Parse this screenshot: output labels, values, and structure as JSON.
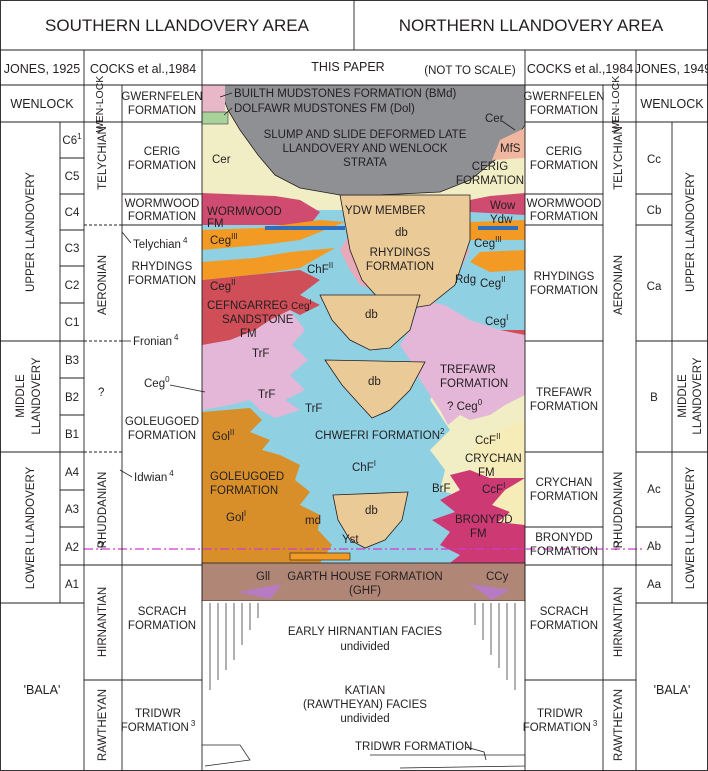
{
  "header": {
    "south": "SOUTHERN LLANDOVERY AREA",
    "north": "NORTHERN LLANDOVERY AREA"
  },
  "columns": {
    "jones1925": "JONES, 1925",
    "cocks_left": "COCKS et al.,1984",
    "this_paper": "THIS PAPER",
    "not_to_scale": "(NOT TO SCALE)",
    "cocks_right": "COCKS et al.,1984",
    "jones1949": "JONES, 1949"
  },
  "left": {
    "wenlock": "WENLOCK",
    "wenlock_stage": "WEN-LOCK",
    "gwernfelen": "GWERNFELEN FORMATION",
    "upper_llandovery": "UPPER LLANDOVERY",
    "middle_llandovery": "MIDDLE LLANDOVERY",
    "lower_llandovery": "LOWER LLANDOVERY",
    "bala": "'BALA'",
    "sub": {
      "c6": "C6",
      "c6sup": "1",
      "c5": "C5",
      "c4": "C4",
      "c3": "C3",
      "c2": "C2",
      "c1": "C1",
      "b3": "B3",
      "b2": "B2",
      "b1": "B1",
      "a4": "A4",
      "a3": "A3",
      "a2": "A2",
      "a1": "A1"
    },
    "stages": {
      "telychian": "TELYCHIAN",
      "aeronian": "AERONIAN",
      "rhuddanian": "RHUDDANIAN",
      "hirnantian": "HIRNANTIAN",
      "rawtheyan": "RAWTHEYAN"
    },
    "formations": {
      "cerig": "CERIG FORMATION",
      "wormwood": "WORMWOOD FORMATION",
      "rhydings": "RHYDINGS FORMATION",
      "goleugoed": "GOLEUGOED FORMATION",
      "scrach": "SCRACH FORMATION",
      "tridwr": "TRIDWR FORMATION",
      "tridwr_sup": "3"
    },
    "notes": {
      "telychian": "Telychian",
      "telychian_sup": "4",
      "fronian": "Fronian",
      "fronian_sup": "4",
      "idwian": "Idwian",
      "idwian_sup": "4",
      "q": "?"
    }
  },
  "right": {
    "wenlock": "WENLOCK",
    "wenlock_stage": "WEN-LOCK",
    "gwernfelen": "GWERNFELEN FORMATION",
    "upper_llandovery": "UPPER LLANDOVERY",
    "middle_llandovery": "MIDDLE LLANDOVERY",
    "lower_llandovery": "LOWER LLANDOVERY",
    "bala": "'BALA'",
    "sub": {
      "cc": "Cc",
      "cb": "Cb",
      "ca": "Ca",
      "b": "B",
      "ac": "Ac",
      "ab": "Ab",
      "aa": "Aa"
    },
    "stages": {
      "telychian": "TELYCHIAN",
      "aeronian": "AERONIAN",
      "rhuddanian": "RHUDDANIAN",
      "hirnantian": "HIRNANTIAN",
      "rawtheyan": "RAWTHEYAN"
    },
    "formations": {
      "cerig": "CERIG FORMATION",
      "wormwood": "WORMWOOD FORMATION",
      "rhydings": "RHYDINGS FORMATION",
      "trefawr": "TREFAWR FORMATION",
      "crychan": "CRYCHAN FORMATION",
      "bronydd": "BRONYDD FORMATION",
      "scrach": "SCRACH FORMATION",
      "tridwr": "TRIDWR FORMATION",
      "tridwr_sup": "3",
      "q": "?"
    }
  },
  "center": {
    "builth": "BUILTH MUDSTONES FORMATION (BMd)",
    "dolfawr": "DOLFAWR MUDSTONES FM (Dol)",
    "slump": "SLUMP AND SLIDE DEFORMED LATE LLANDOVERY AND WENLOCK STRATA",
    "cer_left": "Cer",
    "cer_right": "Cer",
    "mfs": "MfS",
    "cerig_fm": "CERIG FORMATION",
    "wormwood_fm": "WORMWOOD FM",
    "ydw_member": "YDW MEMBER",
    "db": "db",
    "wow": "Wow",
    "ydw": "Ydw",
    "ceg3_l": "Ceg",
    "ceg3_r": "Ceg",
    "sup3": "III",
    "ceg2_l": "Ceg",
    "ceg2_r": "Ceg",
    "sup2": "II",
    "chf2": "ChF",
    "chf2_sup": "II",
    "rhydings_fm": "RHYDINGS FORMATION",
    "rdg": "Rdg",
    "cefngarreg": "CEFNGARREG SANDSTONE FM",
    "ceg1_small": "Ceg",
    "sup1": "I",
    "ceg1_right": "Ceg",
    "trf_left": "TrF",
    "trf_mid": "TrF",
    "trefawr_fm": "TREFAWR FORMATION",
    "ceg0_left": "Ceg",
    "sup0": "0",
    "ceg0_right": "? Ceg",
    "gol2": "Gol",
    "gol2_sup": "II",
    "chwefri": "CHWEFRI FORMATION",
    "chwefri_sup": "2",
    "ccf2": "CcF",
    "ccf2_sup": "II",
    "crychan_fm": "CRYCHAN FM",
    "chf1": "ChF",
    "chf1_sup": "I",
    "goleugoed_fm": "GOLEUGOED FORMATION",
    "brf": "BrF",
    "ccf1": "CcF",
    "ccf1_sup": "I",
    "gol1": "Gol",
    "gol1_sup": "I",
    "md": "md",
    "bronydd_fm": "BRONYDD FM",
    "yst": "Yst",
    "gll": "Gll",
    "ccy": "CCy",
    "garth": "GARTH HOUSE FORMATION",
    "ghf": "(GHF)",
    "early_hirnantian": "EARLY HIRNANTIAN FACIES",
    "undivided1": "undivided",
    "katian": "KATIAN",
    "rawtheyan_facies": "(RAWTHEYAN) FACIES",
    "undivided2": "undivided",
    "tridwr": "TRIDWR FORMATION"
  },
  "colors": {
    "slump": "#8f9094",
    "cerig": "#f1edc5",
    "wormwood": "#cf4c70",
    "rhydings": "#cf4e58",
    "rhydings_pink": "#e8a9b9",
    "chwefri": "#8fd0e3",
    "ceg_orange": "#f39a24",
    "goleugoed": "#d88f2a",
    "debris": "#eacb98",
    "trefawr": "#e4b6d8",
    "crychan": "#f5ecb8",
    "bronydd": "#cd3a73",
    "garth": "#b08777",
    "ydw": "#2f6dbd",
    "gwernfelen": "#e8b8c8",
    "dolfawr": "#a9d19a",
    "mfs": "#f0b6a0",
    "purple": "#b77bc4",
    "boundary": "#d03ad0"
  }
}
